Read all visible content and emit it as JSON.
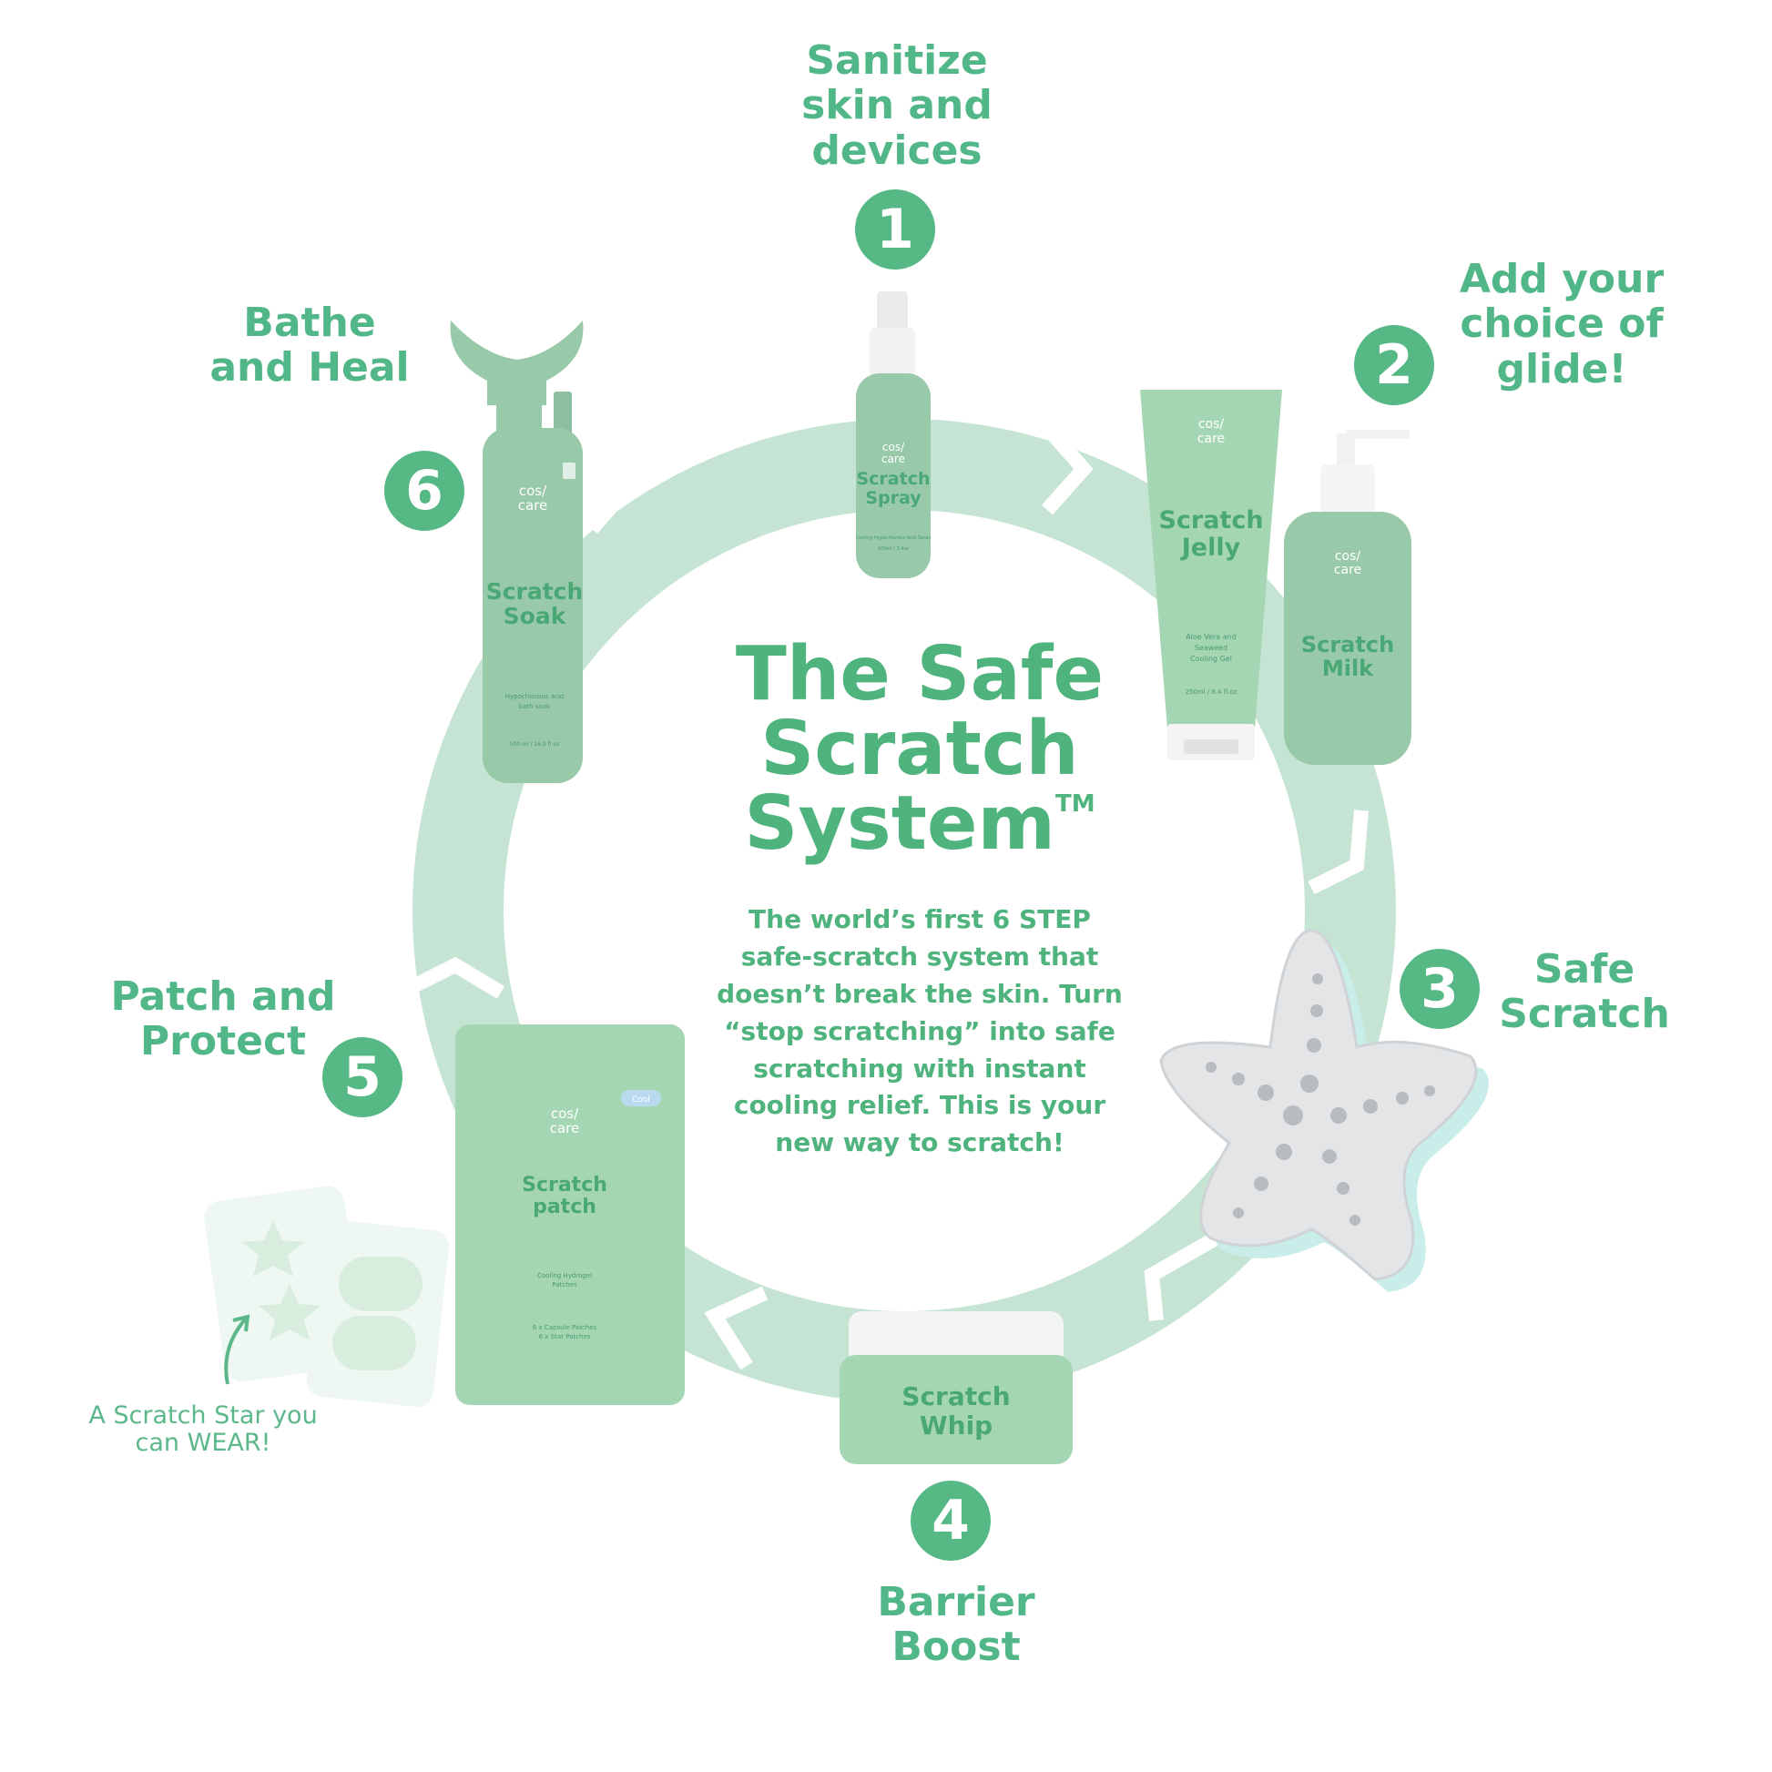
{
  "title": {
    "line1": "The Safe",
    "line2": "Scratch",
    "line3": "System",
    "mark": "TM"
  },
  "description": "The world’s first 6 STEP safe-scratch system that doesn’t break the skin. Turn “stop scratching” into safe scratching with instant cooling relief.  This is your new way to scratch!",
  "steps": [
    {
      "number": "1",
      "label": "Sanitize\nskin and\ndevices"
    },
    {
      "number": "2",
      "label": "Add your\nchoice of\nglide!"
    },
    {
      "number": "3",
      "label": "Safe\nScratch"
    },
    {
      "number": "4",
      "label": "Barrier\nBoost"
    },
    {
      "number": "5",
      "label": "Patch and\nProtect"
    },
    {
      "number": "6",
      "label": "Bathe\nand Heal"
    }
  ],
  "brand": {
    "line1": "cos/",
    "line2": "care"
  },
  "products": {
    "spray": {
      "name_line1": "Scratch",
      "name_line2": "Spray",
      "sub": "Cooling Hypochlorous Acid Spray",
      "size": "100ml / 3.4oz"
    },
    "jelly": {
      "name_line1": "Scratch",
      "name_line2": "Jelly",
      "sub1": "Aloe Vera and",
      "sub2": "Seaweed",
      "sub3": "Cooling Gel",
      "size": "250ml / 8.4 fl.oz"
    },
    "milk": {
      "name_line1": "Scratch",
      "name_line2": "Milk"
    },
    "soak": {
      "name_line1": "Scratch",
      "name_line2": "Soak",
      "sub1": "Hypochlorous acid",
      "sub2": "bath soak",
      "size": "500 ml / 16.9 fl oz"
    },
    "patch": {
      "name_line1": "Scratch",
      "name_line2": "patch",
      "tag": "Cool",
      "sub1": "Cooling Hydrogel",
      "sub2": "Patches",
      "count1": "6 x Capsule Patches",
      "count2": "6 x Star Patches"
    },
    "whip": {
      "name_line1": "Scratch",
      "name_line2": "Whip"
    }
  },
  "caption": "A Scratch Star you\ncan WEAR!",
  "colors": {
    "accent": "#56b884",
    "ring": "#c6e4d3",
    "product": "#98c9a8",
    "star_metal": "#e3e5e7",
    "star_edge": "#c9ede8"
  }
}
